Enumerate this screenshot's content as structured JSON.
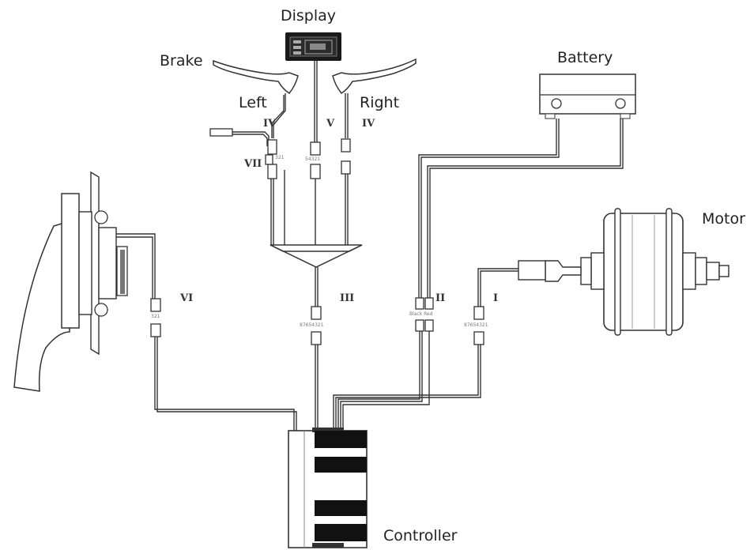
{
  "labels": {
    "display": "Display",
    "brake": "Brake",
    "left": "Left",
    "right": "Right",
    "battery": "Battery",
    "motor": "Motor",
    "controller": "Controller"
  },
  "connectors": {
    "I": "I",
    "II": "II",
    "III": "III",
    "IV_left": "IV",
    "IV_right": "IV",
    "V": "V",
    "VI": "VI",
    "VII": "VII"
  },
  "pin_codes": {
    "left_brake": "321",
    "display": "54321",
    "throttle": "321",
    "main_bundle": "87654321",
    "battery_plug": "Black Red",
    "motor_plug": "87654321"
  }
}
